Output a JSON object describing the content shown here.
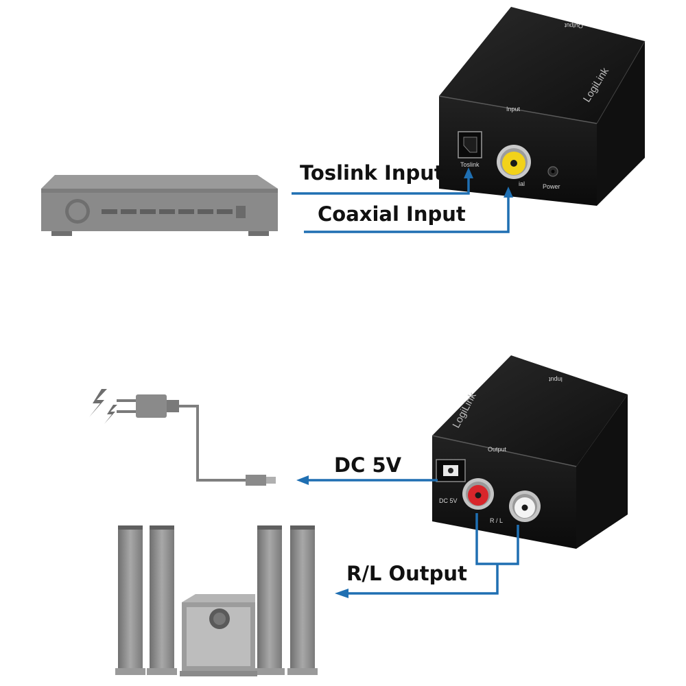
{
  "labels": {
    "toslink_input": "Toslink Input",
    "coaxial_input": "Coaxial Input",
    "dc_5v": "DC 5V",
    "rl_output": "R/L Output"
  },
  "device_top": {
    "brand": "LogiLink",
    "port_group": "Input",
    "port_toslink": "Toslink",
    "port_coaxial": "ial",
    "port_power": "Power",
    "back_label": "Output"
  },
  "device_bottom": {
    "brand": "LogiLink",
    "port_group": "Output",
    "port_dc": "DC 5V",
    "port_rl": "R / L",
    "back_label": "Input"
  },
  "colors": {
    "flow_line": "#1f6fb2",
    "device_body": "#1a1a1a",
    "appliance_gray": "#8a8a8a",
    "rca_yellow": "#f2d21a",
    "rca_red": "#d8262b",
    "rca_white": "#f4f4f4"
  },
  "icons": [
    "electricity-icon",
    "power-plug-icon",
    "speaker-icon",
    "subwoofer-icon",
    "dvd-player-icon"
  ]
}
